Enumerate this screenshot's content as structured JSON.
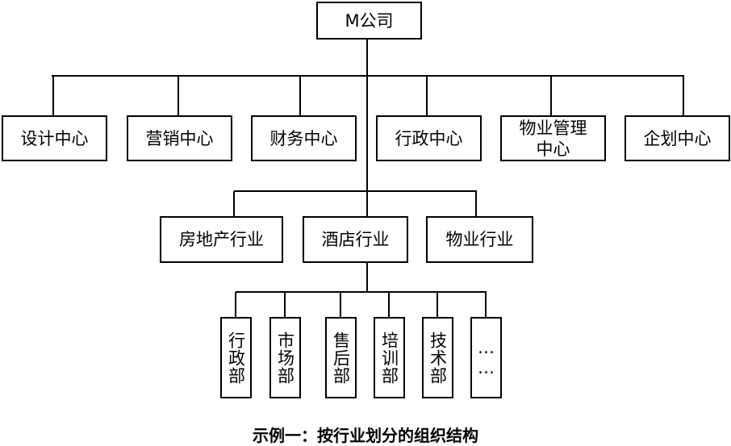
{
  "root": "M公司",
  "centers": [
    "设计中心",
    "营销中心",
    "财务中心",
    "行政中心",
    "物业管理中心",
    "企划中心"
  ],
  "industries": [
    "房地产行业",
    "酒店行业",
    "物业行业"
  ],
  "departments": [
    "行政部",
    "市场部",
    "售后部",
    "培训部",
    "技术部",
    "……"
  ],
  "caption": "示例一：按行业划分的组织结构"
}
